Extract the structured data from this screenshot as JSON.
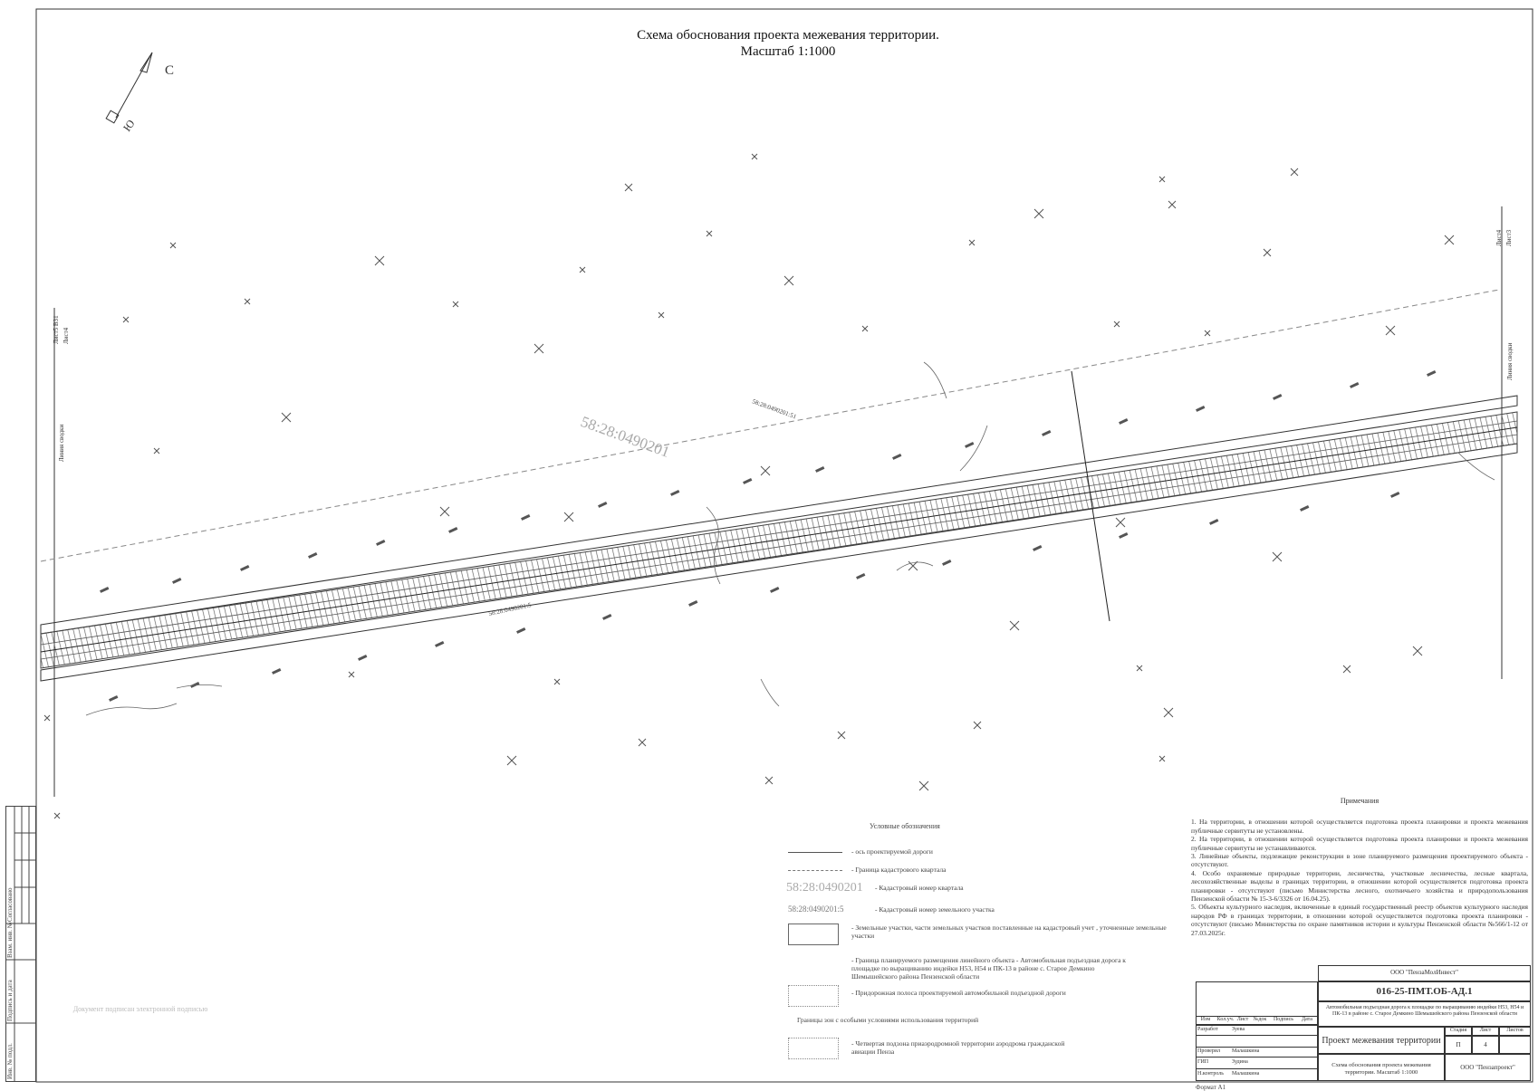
{
  "drawing": {
    "title": "Схема обоснования проекта межевания территории.",
    "scale": "Масштаб 1:1000",
    "north_label": "С",
    "south_label": "Ю",
    "quarter_label": "58:28:0490201",
    "parcel_label_1": "58:28:0490201:51",
    "parcel_label_2": "58:28:0490201:5",
    "match_line_left": "Линия сводки",
    "match_line_right": "Линия сводки",
    "sheet_ref_left_a": "Лист5 ВЗ1",
    "sheet_ref_left_b": "Лист4",
    "sheet_ref_right_a": "Лист4",
    "sheet_ref_right_b": "Лист3"
  },
  "legend": {
    "title": "Условные обозначения",
    "items": [
      {
        "text": "- ось проектируемой дороги"
      },
      {
        "text": "- Граница кадастрового квартала"
      },
      {
        "code": "58:28:0490201",
        "text": "- Кадастровый номер квартала"
      },
      {
        "code": "58:28:0490201:5",
        "text": "- Кадастровый номер земельного участка"
      },
      {
        "text": "- Земельные участки, части земельных участков поставленные на кадастровый учет , уточненные земельные участки"
      },
      {
        "text": "- Граница планируемого размещения линейного объекта - Автомобильная подъездная дорога к площадке по выращиванию индейки Н53, Н54 и ПК-13 в районе с. Старое Демкино Шемышейского района Пензенской области"
      },
      {
        "text": "- Придорожная полоса проектируемой автомобильной подъездной дороги"
      }
    ],
    "zones_title": "Границы зон с особыми условиями использования территорий",
    "zone_item": "- Четвертая подзона приаэродромной территории аэродрома гражданской авиации Пенза"
  },
  "notes": {
    "title": "Примечания",
    "items": [
      "1. На территории, в отношении которой осуществляется подготовка проекта планировки и проекта межевания публичные сервитуты не установлены.",
      "2. На территории, в отношении которой осуществляется подготовка проекта планировки и проекта межевания публичные сервитуты не устанавливаются.",
      "3. Линейные объекты, подлежащие реконструкции в зоне планируемого размещения проектируемого объекта - отсутствуют.",
      "4. Особо охраняемые природные территории, лесничества, участковые лесничества, лесные квартала, лесохозяйственные выделы в границах территории, в отношении которой осуществляется подготовка проекта планировки - отсутствуют (письмо Министерства лесного, охотничьего хозяйства и природопользования Пензенской области № 15-3-6/3326 от 16.04.25).",
      "5. Объекты культурного наследия, включенные в единый государственный реестр объектов культурного наследия народов РФ в границах территории, в отношении которой осуществляется подготовка проекта планировки - отсутствуют (письмо Министерства по охране памятников истории и культуры Пензенской области №566/1-12 от 27.03.2025г."
    ]
  },
  "stamp": {
    "org": "ООО \"ПензаМолИнвест\"",
    "code": "016-25-ПМТ.ОБ-АД.1",
    "object": "Автомобильная подъездная дорога к площадке по выращиванию индейки Н53, Н54 и ПК-13 в районе с. Старое Демкино Шемышейского района Пензенской области",
    "project": "Проект межевания территории",
    "sheet_title": "Схема обоснования проекта межевания территории. Масштаб 1:1000",
    "org2": "ООО \"Пензапроект\"",
    "h_stage": "Стадия",
    "h_sheet": "Лист",
    "h_sheets": "Листов",
    "stage": "П",
    "sheet": "4",
    "col_izm": "Изм",
    "col_koluch": "Кол.уч.",
    "col_list": "Лист",
    "col_ndok": "№док",
    "col_podp": "Подпись",
    "col_data": "Дата",
    "r_razrab": "Разработ",
    "r_proveril": "Проверил",
    "r_gip": "ГИП",
    "r_nkontr": "Н.контроль",
    "n_razrab": "Зуева",
    "n_proveril": "Малашкина",
    "n_gip": "Зудина",
    "n_nkontr": "Малашкина"
  },
  "side": {
    "agreed": "Согласовано",
    "inv_podl": "Инв. № подл.",
    "podp_data": "Подпись и дата",
    "vzam": "Взам. инв. №"
  },
  "watermark": "Документ подписан электронной подписью",
  "format": "Формат А1"
}
